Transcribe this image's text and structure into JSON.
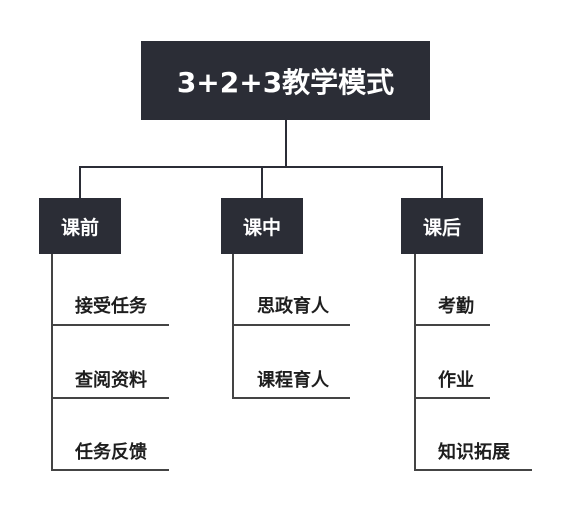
{
  "root": {
    "label": "3+2+3教学模式"
  },
  "columns": [
    {
      "label": "课前",
      "items": [
        "接受任务",
        "查阅资料",
        "任务反馈"
      ]
    },
    {
      "label": "课中",
      "items": [
        "思政育人",
        "课程育人"
      ]
    },
    {
      "label": "课后",
      "items": [
        "考勤",
        "作业",
        "知识拓展"
      ]
    }
  ],
  "colors": {
    "box": "#2b2d36",
    "text": "#1e1e1e",
    "background": "#ffffff"
  }
}
